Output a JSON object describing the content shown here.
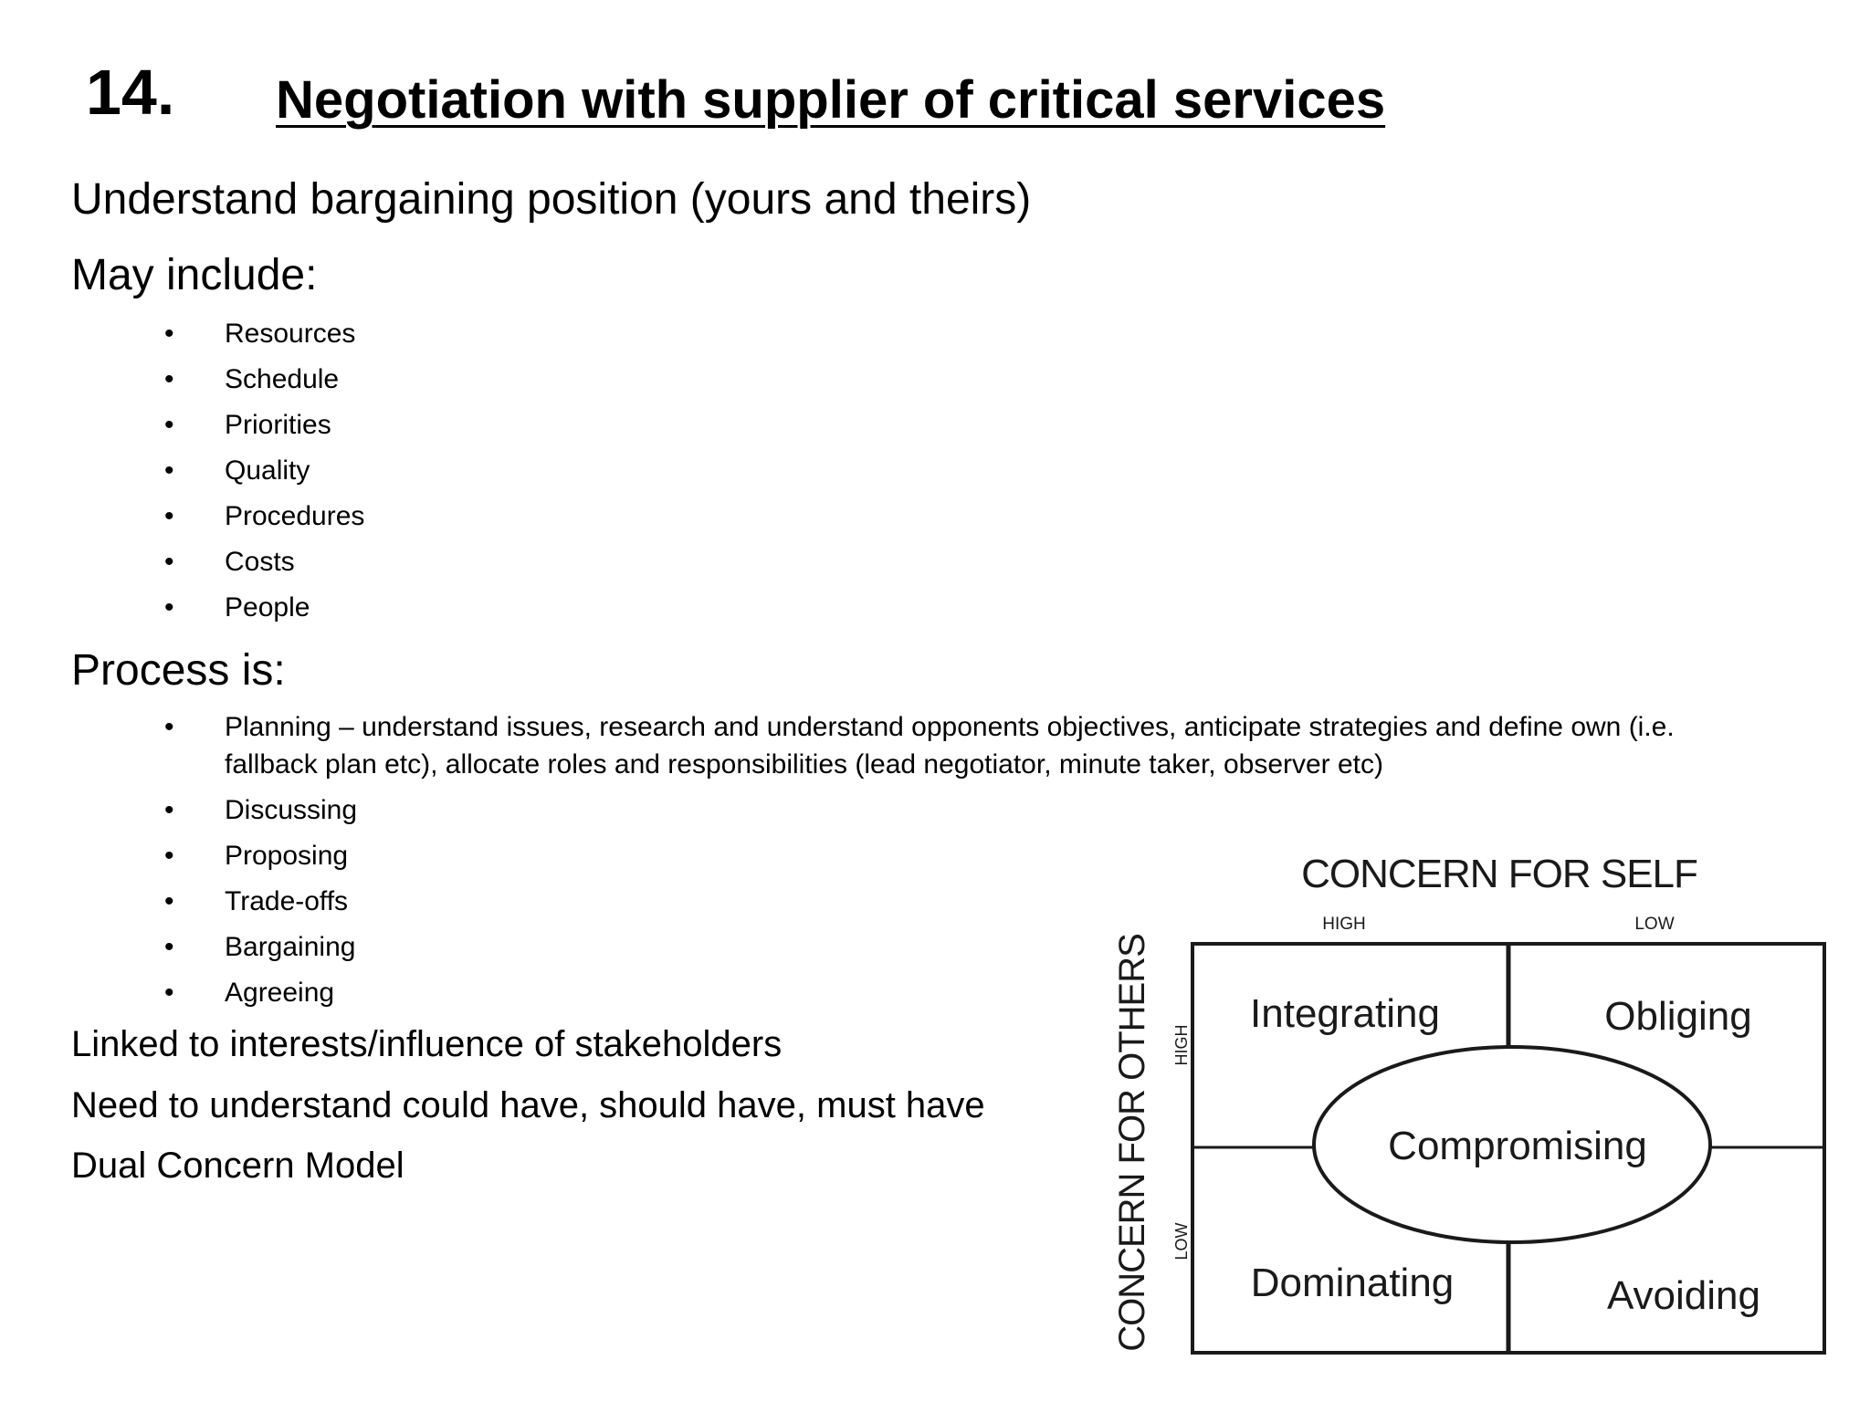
{
  "slide": {
    "number": "14.",
    "title": "Negotiation with supplier of critical services"
  },
  "intro": {
    "line1": "Understand bargaining position (yours and theirs)",
    "line2": "May include:"
  },
  "may_include": [
    "Resources",
    "Schedule",
    "Priorities",
    "Quality",
    "Procedures",
    "Costs",
    "People"
  ],
  "process_heading": "Process is:",
  "process_steps": [
    "Planning – understand issues, research and understand opponents objectives, anticipate strategies and define own (i.e. fallback plan etc), allocate roles and responsibilities (lead negotiator, minute taker, observer etc)",
    "Discussing",
    "Proposing",
    "Trade-offs",
    "Bargaining",
    "Agreeing"
  ],
  "closing_lines": [
    "Linked to interests/influence of stakeholders",
    "Need to understand could have, should have, must have",
    "Dual Concern Model"
  ],
  "bullet_glyph": "•",
  "dual_concern_model": {
    "top_axis_title": "CONCERN FOR SELF",
    "top_high": "HIGH",
    "top_low": "LOW",
    "side_axis_title": "CONCERN FOR OTHERS",
    "side_high": "HIGH",
    "side_low": "LOW",
    "quadrants": {
      "top_left": "Integrating",
      "top_right": "Obliging",
      "bottom_left": "Dominating",
      "bottom_right": "Avoiding",
      "center": "Compromising"
    }
  }
}
